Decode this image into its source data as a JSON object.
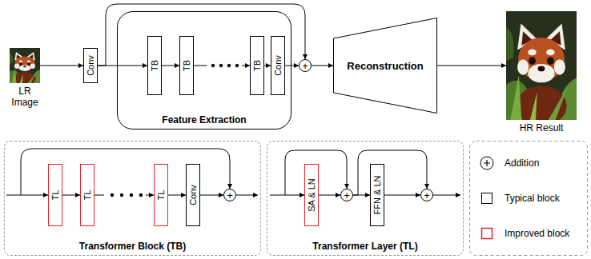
{
  "diagram": {
    "nodes": [
      {
        "text": [
          "LR Image"
        ]
      },
      {
        "text": [
          "Conv"
        ]
      },
      {
        "text": [
          "Feature Extraction"
        ]
      },
      {
        "text": [
          "TB"
        ],
        "in": 2
      },
      {
        "text": [
          "TB"
        ],
        "in": 2
      },
      {
        "text": [
          "TB"
        ],
        "in": 2
      },
      {
        "text": [
          "Conv"
        ],
        "in": 2
      },
      {
        "text": [
          "+"
        ]
      },
      {
        "text": [
          "Reconstruction"
        ]
      },
      {
        "text": [
          "HR Result"
        ]
      },
      {
        "text": [
          "Transformer Block (TB)"
        ]
      },
      {
        "text": [
          "TL"
        ],
        "in": 10
      },
      {
        "text": [
          "TL"
        ],
        "in": 10
      },
      {
        "text": [
          "TL"
        ],
        "in": 10
      },
      {
        "text": [
          "Conv"
        ],
        "in": 10
      },
      {
        "text": [
          "+"
        ],
        "in": 10
      },
      {
        "text": [
          "Transformer Layer (TL)"
        ]
      },
      {
        "text": [
          "SA & LN"
        ],
        "in": 16
      },
      {
        "text": [
          "+"
        ],
        "in": 16
      },
      {
        "text": [
          "FFN & LN"
        ],
        "in": 16
      },
      {
        "text": [
          "+"
        ],
        "in": 16
      }
    ],
    "edges": [
      {
        "from": 0,
        "to": 1,
        "arrow": "to"
      },
      {
        "from": 1,
        "to": 3,
        "arrow": "to"
      },
      {
        "from": 3,
        "to": 4,
        "arrow": "to"
      },
      {
        "from": 4,
        "to": 5,
        "arrow": "to"
      },
      {
        "from": 5,
        "to": 6,
        "arrow": "to"
      },
      {
        "from": 6,
        "to": 7,
        "arrow": "to"
      },
      {
        "from": 1,
        "to": 7,
        "arrow": "to"
      },
      {
        "from": 7,
        "to": 8,
        "arrow": "to"
      },
      {
        "from": 8,
        "to": 9,
        "arrow": "to"
      },
      {
        "from": 11,
        "to": 12,
        "arrow": "to"
      },
      {
        "from": 12,
        "to": 13,
        "arrow": "to"
      },
      {
        "from": 13,
        "to": 14,
        "arrow": "to"
      },
      {
        "from": 14,
        "to": 15,
        "arrow": "to"
      },
      {
        "from": 17,
        "to": 18,
        "arrow": "to"
      },
      {
        "from": 18,
        "to": 19,
        "arrow": "to"
      },
      {
        "from": 19,
        "to": 20,
        "arrow": "to"
      },
      {
        "from": 18,
        "to": 20,
        "arrow": "to"
      }
    ],
    "legend": [
      {
        "text": "Addition"
      },
      {
        "text": "Typical block"
      },
      {
        "text": "Improved block"
      }
    ]
  }
}
